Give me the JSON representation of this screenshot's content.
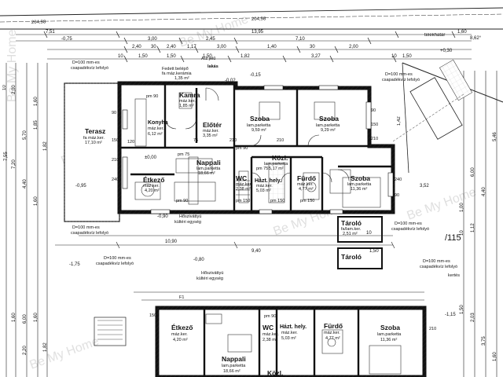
{
  "watermark": "Be My Home",
  "top_dims": {
    "row1": [
      "7,51",
      "13,95",
      "1,60"
    ],
    "row2": [
      "-0,75",
      "3,00",
      "2,45",
      "7,10"
    ],
    "row3": [
      "2,40",
      "30",
      "2,40",
      "1,17",
      "30",
      "3,00",
      "1,40",
      "30",
      "2,00"
    ],
    "row4": [
      "10",
      "1,50",
      "1,50",
      "1,50",
      "1,82",
      "3,27",
      "10",
      "1,50"
    ],
    "slope": [
      "204,98",
      "204,98"
    ]
  },
  "left_dims": [
    "10",
    "2,00",
    "5,70",
    "7,55",
    "1,60",
    "7,20",
    "4,40",
    "1,85",
    "1,60",
    "1,82",
    "6,00",
    "2,20",
    "1,60",
    "1,82",
    "1,60"
  ],
  "right_dims": [
    "1,42",
    "10",
    "6,00",
    "4,40",
    "1,00",
    "3,52",
    "5,46",
    "10",
    "1,12",
    "1,50",
    "2,03",
    "3,75",
    "1,60"
  ],
  "tags": {
    "telekhatar": "telekhatár",
    "fedett": "Fedett belépő",
    "fedett_sub": "fa máz.kerámia",
    "fedett_area": "1,35 m²",
    "a2": "A/2 jelű",
    "lakas": "lakás",
    "minus002": "-0,02",
    "minus015": "-0,15",
    "plus030": "+0,30",
    "pm0": "±0,00",
    "minus090": "-0,90",
    "minus080": "-0,80",
    "minus175": "-1,75",
    "minus095": "-0,95",
    "minus115": "-1,15",
    "plot_no": "/115",
    "kertes": "kertés",
    "uscold": "8,62°",
    "f1": "F1"
  },
  "notes": {
    "drain_a": "D=100 mm-es",
    "drain_b": "csapadékvíz lefolyó",
    "ventilator": "Hősziváttyú",
    "ventilator_sub": "kültéri egység"
  },
  "rooms": {
    "terasz": {
      "name": "Terasz",
      "sub": "fa máz.ker.",
      "area": "17,10 m²"
    },
    "kamra": {
      "name": "Kamra",
      "sub": "máz.ker.",
      "area": "1,85 m²"
    },
    "konyha": {
      "name": "Konyha",
      "sub": "máz.ker.",
      "area": "6,12 m²"
    },
    "eloter": {
      "name": "Előtér",
      "sub": "máz.ker.",
      "area": "3,35 m²"
    },
    "szoba1": {
      "name": "Szoba",
      "sub": "lam.parketta",
      "area": "9,59 m²"
    },
    "szoba2": {
      "name": "Szoba",
      "sub": "lam.parketta",
      "area": "9,29 m²"
    },
    "nappali": {
      "name": "Nappali",
      "sub": "lam.parketta",
      "area": "18,66 m²"
    },
    "kozl": {
      "name": "Közl.",
      "sub": "lam.parketta",
      "area": "5,17 m²"
    },
    "etkezo": {
      "name": "Étkező",
      "sub": "máz.ker.",
      "area": "4,20 m²"
    },
    "wc": {
      "name": "WC",
      "sub": "máz.ker.",
      "area": "2,38 m²"
    },
    "hazt": {
      "name": "Házt. hely.",
      "sub": "máz.ker.",
      "area": "5,03 m²"
    },
    "furdo": {
      "name": "Fürdő",
      "sub": "máz.ker.",
      "area": "4,77 m²"
    },
    "szoba3": {
      "name": "Szoba",
      "sub": "lam.parketta",
      "area": "11,36 m²"
    },
    "tarolo1": {
      "name": "Tároló",
      "sub": "fa/lam.ker.",
      "area": "2,51 m²"
    },
    "tarolo2": {
      "name": "Tároló",
      "sub": "",
      "area": ""
    }
  },
  "lower_rooms": {
    "etkezo": {
      "name": "Étkező",
      "sub": "máz.ker.",
      "area": "4,20 m²"
    },
    "nappali": {
      "name": "Nappali",
      "sub": "lam.parketta",
      "area": "18,66 m²"
    },
    "wc": {
      "name": "WC",
      "sub": "máz.ker.",
      "area": "2,38 m²"
    },
    "hazt": {
      "name": "Házt. hely.",
      "sub": "máz.ker.",
      "area": "5,03 m²"
    },
    "furdo": {
      "name": "Fürdő",
      "sub": "máz.ker.",
      "area": "4,77 m²"
    },
    "szoba": {
      "name": "Szoba",
      "sub": "lam.parketta",
      "area": "11,36 m²"
    },
    "kozl": {
      "name": "Közl.",
      "sub": "",
      "area": ""
    }
  },
  "mid_dims": [
    "10,90",
    "9,40",
    "10",
    "1,50"
  ],
  "door_codes": [
    "pm 90",
    "pm 75",
    "pm 75",
    "pm 90",
    "pm 150",
    "pm 150",
    "pm 150",
    "pm 90",
    "pm 90"
  ],
  "openings": [
    "90",
    "150",
    "210",
    "240",
    "120",
    "75",
    "210",
    "90",
    "150",
    "210",
    "240",
    "90",
    "210",
    "150",
    "210"
  ]
}
